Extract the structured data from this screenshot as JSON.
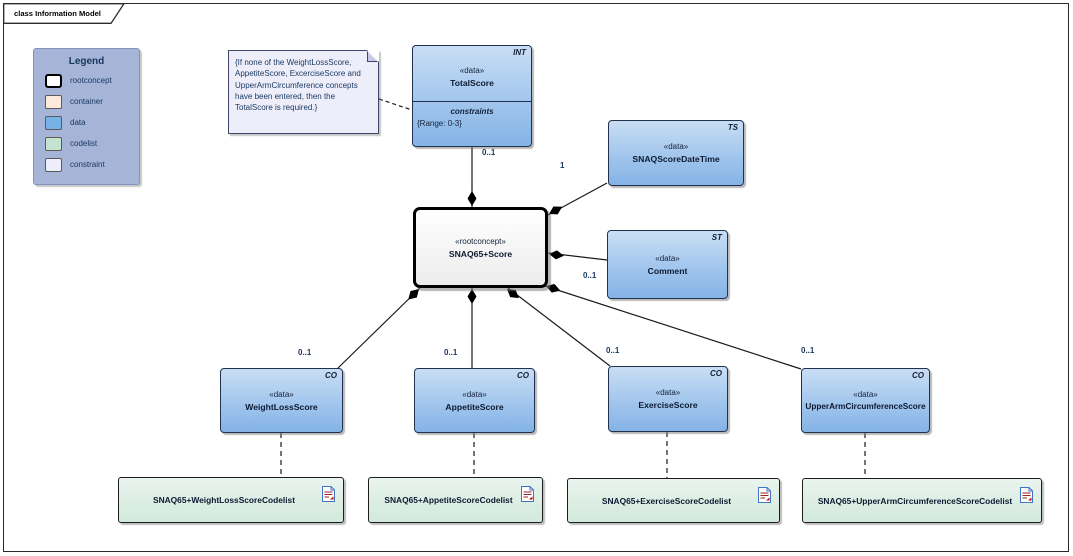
{
  "diagram": {
    "title": "class Information Model"
  },
  "legend": {
    "title": "Legend",
    "items": [
      {
        "label": "rootconcept",
        "color": "#ffffff"
      },
      {
        "label": "container",
        "color": "#fdeada"
      },
      {
        "label": "data",
        "color": "#76b1e8"
      },
      {
        "label": "codelist",
        "color": "#c3e4d0"
      },
      {
        "label": "constraint",
        "color": "#eeeefb"
      }
    ]
  },
  "note": {
    "text": "{If none of the WeightLossScore, AppetiteScore, ExcerciseScore and UpperArmCircumference concepts have been entered, then the TotalScore is required.}"
  },
  "root": {
    "stereotype": "«rootconcept»",
    "name": "SNAQ65+Score"
  },
  "total_score": {
    "stereotype": "«data»",
    "name": "TotalScore",
    "type": "INT",
    "compartment": "constraints",
    "constraint": "{Range: 0-3}",
    "multiplicity": "0..1"
  },
  "date_time": {
    "stereotype": "«data»",
    "name": "SNAQScoreDateTime",
    "type": "TS",
    "multiplicity": "1"
  },
  "comment": {
    "stereotype": "«data»",
    "name": "Comment",
    "type": "ST",
    "multiplicity": "0..1"
  },
  "scores": [
    {
      "stereotype": "«data»",
      "name": "WeightLossScore",
      "type": "CO",
      "multiplicity": "0..1"
    },
    {
      "stereotype": "«data»",
      "name": "AppetiteScore",
      "type": "CO",
      "multiplicity": "0..1"
    },
    {
      "stereotype": "«data»",
      "name": "ExerciseScore",
      "type": "CO",
      "multiplicity": "0..1"
    },
    {
      "stereotype": "«data»",
      "name": "UpperArmCircumferenceScore",
      "type": "CO",
      "multiplicity": "0..1"
    }
  ],
  "codelists": [
    {
      "name": "SNAQ65+WeightLossScoreCodelist"
    },
    {
      "name": "SNAQ65+AppetiteScoreCodelist"
    },
    {
      "name": "SNAQ65+ExerciseScoreCodelist"
    },
    {
      "name": "SNAQ65+UpperArmCircumferenceScoreCodelist"
    }
  ]
}
